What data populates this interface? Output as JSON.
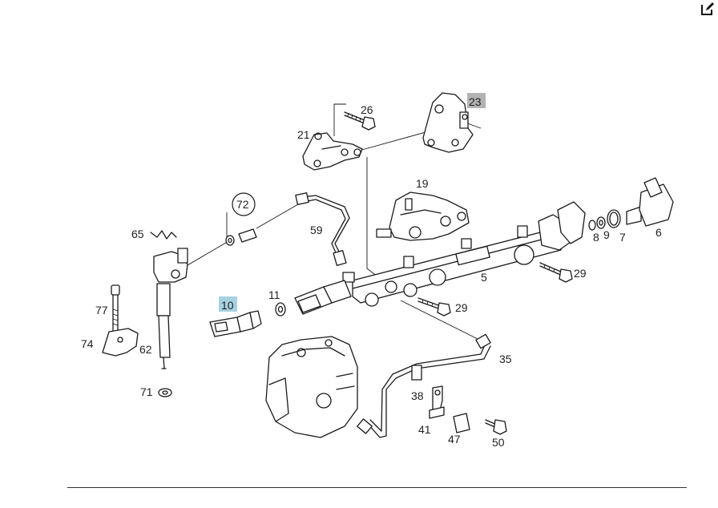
{
  "toolbar": {
    "edit_icon": "edit-icon"
  },
  "colors": {
    "highlight_selected": "#a8d1e0",
    "highlight_secondary": "#b3b3b3"
  },
  "callouts": [
    {
      "id": "c26",
      "label": "26"
    },
    {
      "id": "c23",
      "label": "23",
      "highlight": "secondary"
    },
    {
      "id": "c21",
      "label": "21"
    },
    {
      "id": "c19",
      "label": "19"
    },
    {
      "id": "c72",
      "label": "72",
      "circled": true
    },
    {
      "id": "c59",
      "label": "59"
    },
    {
      "id": "c65",
      "label": "65"
    },
    {
      "id": "c77",
      "label": "77"
    },
    {
      "id": "c74",
      "label": "74"
    },
    {
      "id": "c62",
      "label": "62"
    },
    {
      "id": "c71",
      "label": "71"
    },
    {
      "id": "c10",
      "label": "10",
      "highlight": "selected"
    },
    {
      "id": "c11",
      "label": "11"
    },
    {
      "id": "c5",
      "label": "5"
    },
    {
      "id": "c8",
      "label": "8"
    },
    {
      "id": "c9",
      "label": "9"
    },
    {
      "id": "c7",
      "label": "7"
    },
    {
      "id": "c6",
      "label": "6"
    },
    {
      "id": "c29a",
      "label": "29"
    },
    {
      "id": "c29b",
      "label": "29"
    },
    {
      "id": "c35",
      "label": "35"
    },
    {
      "id": "c38",
      "label": "38"
    },
    {
      "id": "c41",
      "label": "41"
    },
    {
      "id": "c47",
      "label": "47"
    },
    {
      "id": "c50",
      "label": "50"
    }
  ]
}
